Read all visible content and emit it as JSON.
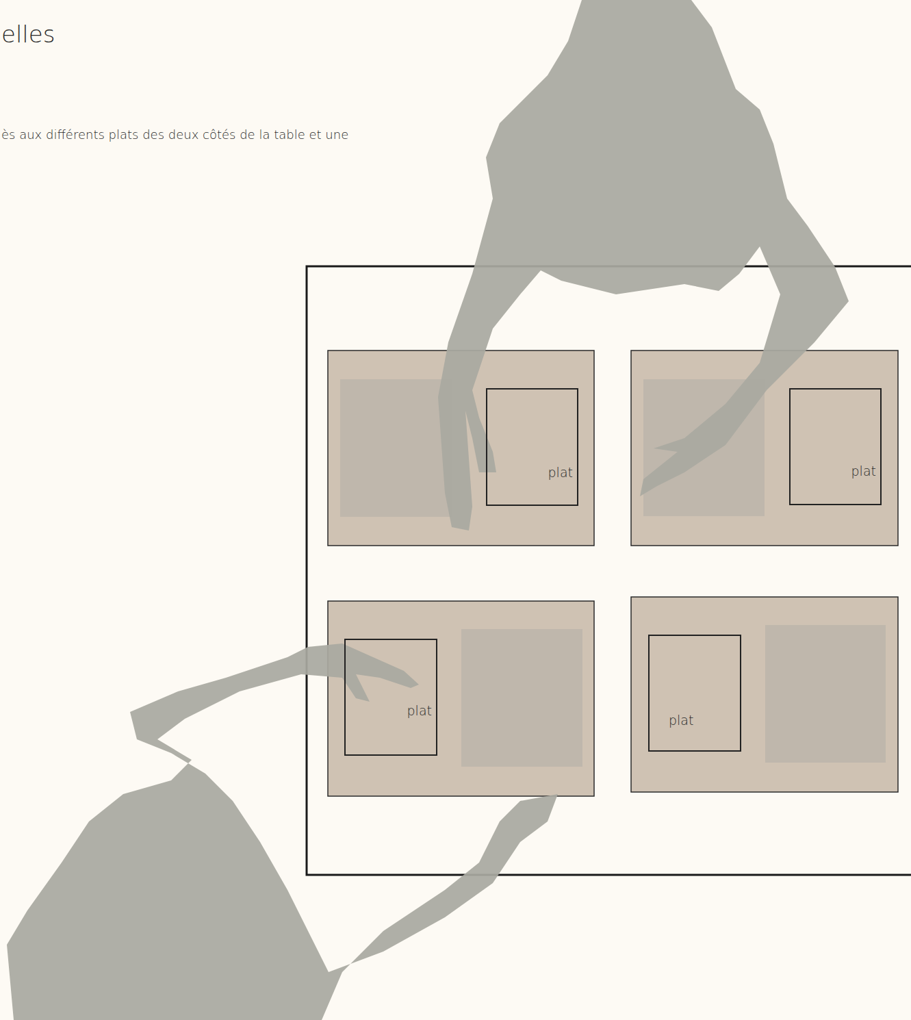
{
  "diagram": {
    "title": "elles",
    "nodes": [
      {
        "text": [
          "plat"
        ]
      },
      {
        "text": [
          "plat"
        ]
      },
      {
        "text": [
          "plat"
        ]
      },
      {
        "text": [
          "plat"
        ]
      }
    ],
    "labels": [
      "ès aux différents plats des deux côtés de la table et une"
    ]
  }
}
